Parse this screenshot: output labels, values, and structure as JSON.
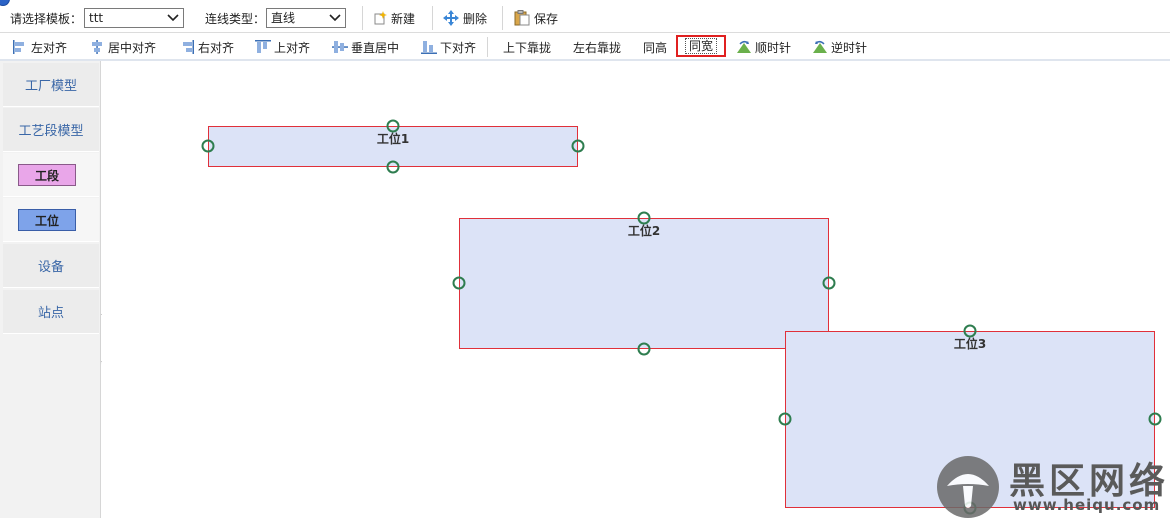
{
  "topbar": {
    "template_label": "请选择模板：",
    "template_value": "ttt",
    "line_type_label": "连线类型：",
    "line_type_value": "直线",
    "new_label": "新建",
    "delete_label": "删除",
    "save_label": "保存"
  },
  "align_toolbar": {
    "left_align": "左对齐",
    "center_align": "居中对齐",
    "right_align": "右对齐",
    "top_align": "上对齐",
    "vertical_center": "垂直居中",
    "bottom_align": "下对齐",
    "vertical_adjoin": "上下靠拢",
    "horizontal_adjoin": "左右靠拢",
    "same_height": "同高",
    "same_width": "同宽",
    "clockwise": "顺时针",
    "counterclockwise": "逆时针"
  },
  "sidebar": {
    "items": [
      {
        "label": "工厂模型"
      },
      {
        "label": "工艺段模型"
      }
    ],
    "shapes": [
      {
        "label": "工段",
        "color": "#e9a6e9"
      },
      {
        "label": "工位",
        "color": "#7ea3ea"
      }
    ],
    "items2": [
      {
        "label": "设备"
      },
      {
        "label": "站点"
      }
    ]
  },
  "canvas": {
    "nodes": [
      {
        "label": "工位1"
      },
      {
        "label": "工位2"
      },
      {
        "label": "工位3"
      }
    ]
  },
  "colors": {
    "node_fill": "#dce3f7",
    "node_border": "#e0303a",
    "anchor": "#2e7d4f",
    "sidebar_text": "#3a67a7",
    "highlight": "#e02020"
  },
  "watermark": {
    "title": "黑区网络",
    "url": "www.heiqu.com"
  }
}
